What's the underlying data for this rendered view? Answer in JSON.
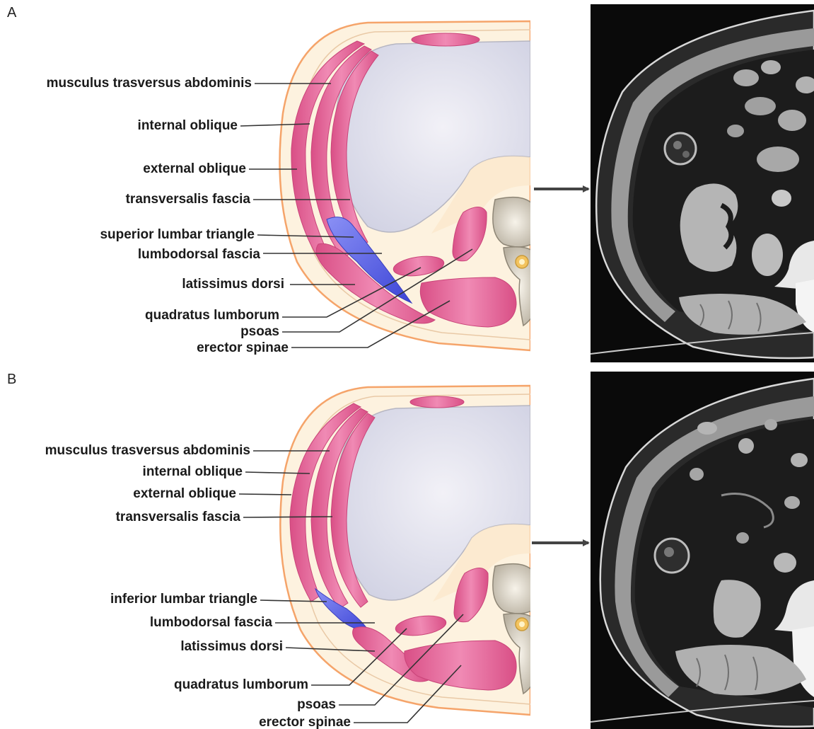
{
  "panels": [
    {
      "letter": "A",
      "labels": [
        "musculus trasversus abdominis",
        "internal oblique",
        "external oblique",
        "transversalis fascia",
        "superior lumbar triangle",
        "lumbodorsal fascia",
        "latissimus dorsi",
        "quadratus lumborum",
        "psoas",
        "erector spinae"
      ]
    },
    {
      "letter": "B",
      "labels": [
        "musculus trasversus abdominis",
        "internal oblique",
        "external oblique",
        "transversalis fascia",
        "inferior lumbar triangle",
        "lumbodorsal fascia",
        "latissimus dorsi",
        "quadratus lumborum",
        "psoas",
        "erector spinae"
      ]
    }
  ],
  "colors": {
    "muscle": "#e4669a",
    "triangle": "#5b63e6",
    "skin": "#f5a46a",
    "fat": "#fdf2df",
    "cavity": "#dcdcea",
    "ct_background": "#0a0a0a"
  }
}
